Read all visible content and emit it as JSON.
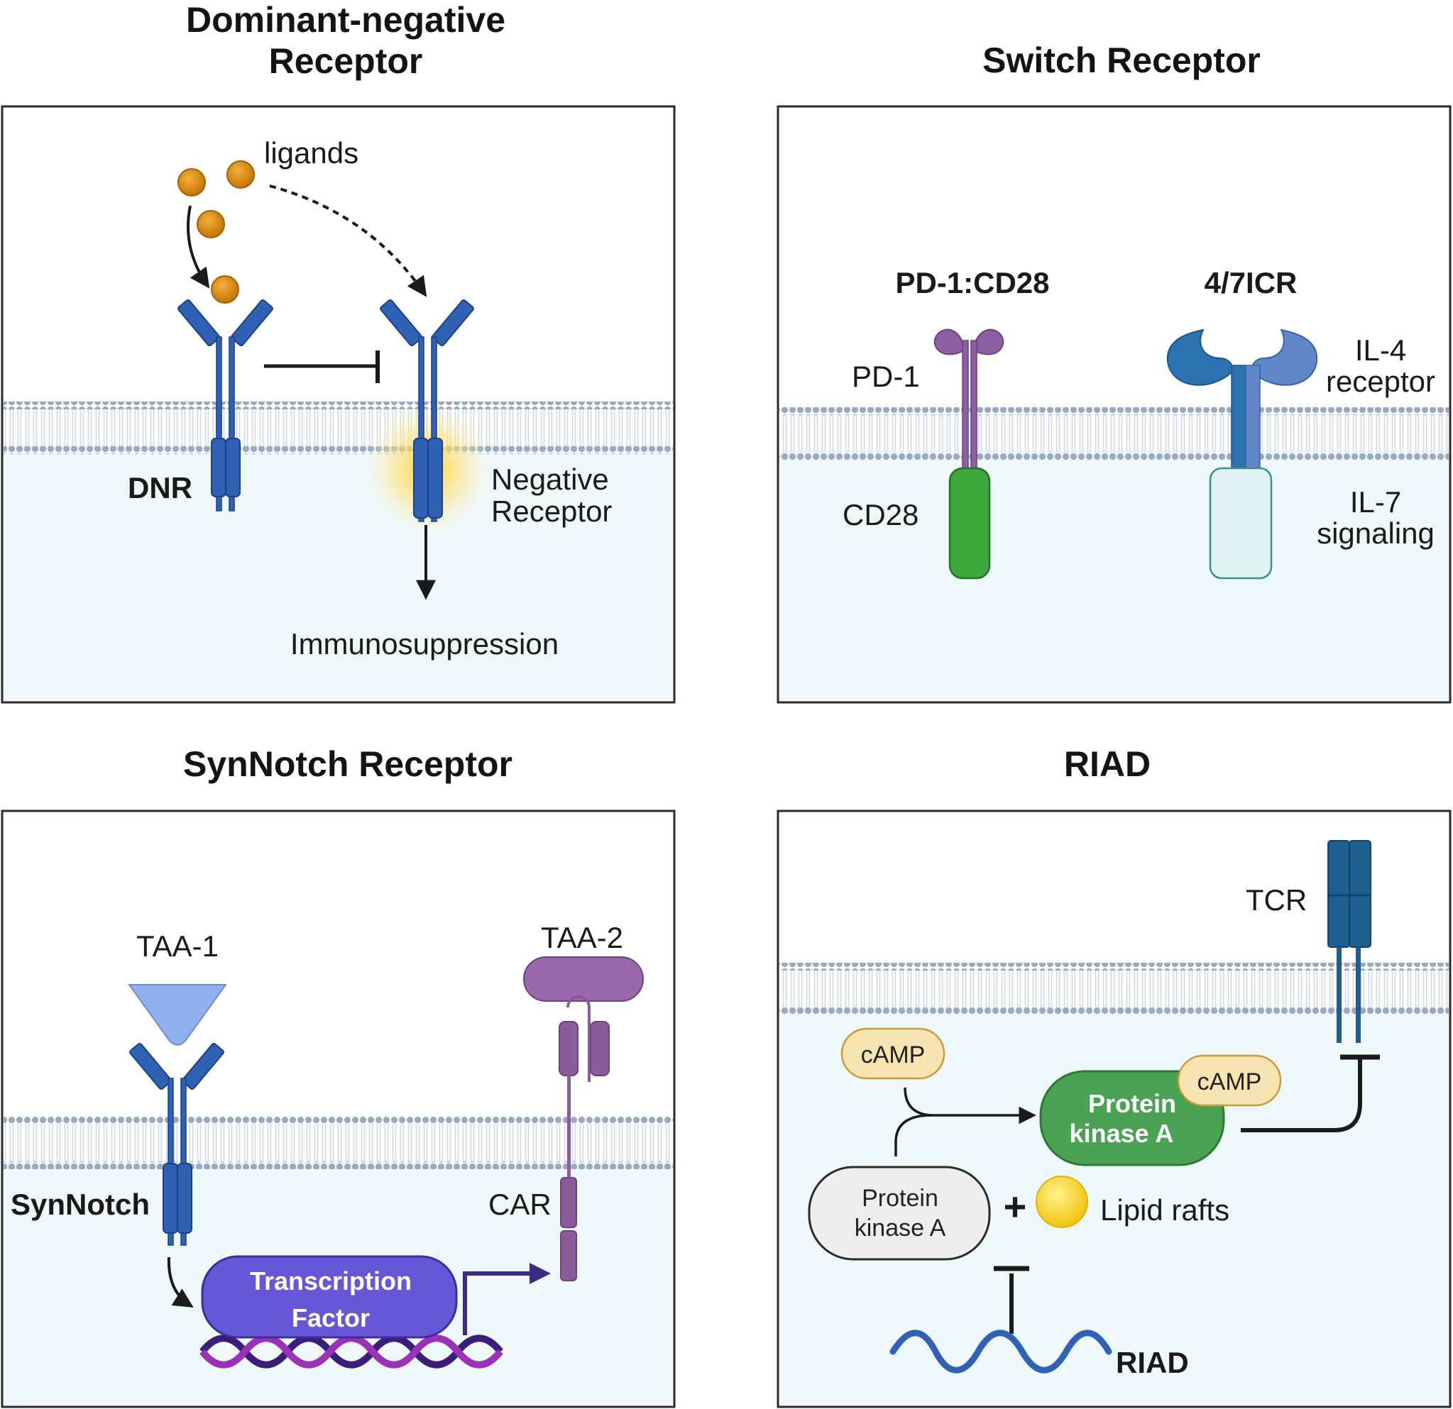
{
  "colors": {
    "receptor_blue": "#2f62b5",
    "receptor_blue_dark": "#1c3f86",
    "ligand_orange": "#d98a0d",
    "pd1_purple": "#8c5ea3",
    "cd28_green": "#3ca83c",
    "il4_blue": "#2b73b0",
    "il7_pale": "#def3f2",
    "taa1_blue": "#8fb0ea",
    "tf_purple": "#6657d6",
    "car_purple": "#8a5c99",
    "pka_green": "#4aa352",
    "camp_yellow": "#f8e4b0",
    "tcr_blue": "#1f5f8f",
    "lipid_yellow": "#f5d21a",
    "membrane_dots": "#9aa9bd",
    "cytoplasm": "#eef8fb"
  },
  "panels": {
    "dnr": {
      "title_line1": "Dominant-negative",
      "title_line2": "Receptor",
      "ligands_label": "ligands",
      "dnr_label": "DNR",
      "negative_line1": "Negative",
      "negative_line2": "Receptor",
      "outcome": "Immunosuppression"
    },
    "switch": {
      "title": "Switch Receptor",
      "left_name": "PD-1:CD28",
      "right_name": "4/7ICR",
      "pd1_label": "PD-1",
      "cd28_label": "CD28",
      "il4_line1": "IL-4",
      "il4_line2": "receptor",
      "il7_line1": "IL-7",
      "il7_line2": "signaling"
    },
    "synnotch": {
      "title": "SynNotch Receptor",
      "taa1": "TAA-1",
      "taa2": "TAA-2",
      "synnotch_label": "SynNotch",
      "car_label": "CAR",
      "tf_line1": "Transcription",
      "tf_line2": "Factor"
    },
    "riad": {
      "title": "RIAD",
      "tcr": "TCR",
      "camp_1": "cAMP",
      "camp_2": "cAMP",
      "pka_active_line1": "Protein",
      "pka_active_line2": "kinase A",
      "pka_inactive_line1": "Protein",
      "pka_inactive_line2": "kinase A",
      "plus": "+",
      "lipid_rafts": "Lipid rafts",
      "riad_label": "RIAD"
    }
  }
}
